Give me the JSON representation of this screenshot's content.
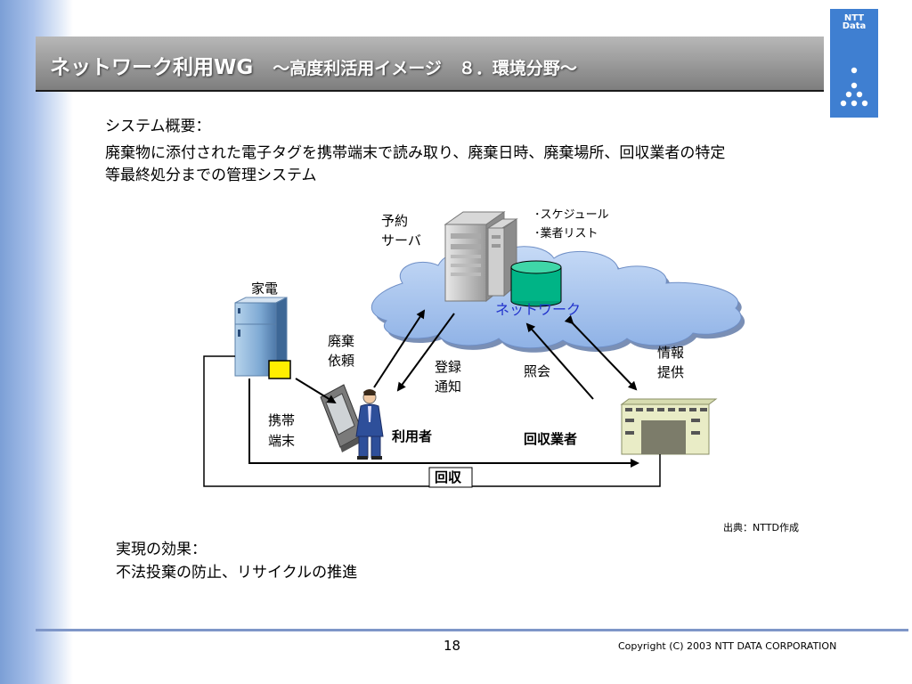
{
  "header": {
    "title": "ネットワーク利用WG",
    "subtitle": "～高度利活用イメージ　８．環境分野～"
  },
  "logo": {
    "line1": "NTT",
    "line2": "Data"
  },
  "overview": {
    "heading": "システム概要：",
    "line1": "廃棄物に添付された電子タグを携帯端末で読み取り、廃棄日時、廃棄場所、回収業者の特定",
    "line2": "等最終処分までの管理システム"
  },
  "diagram": {
    "server_label_1": "予約",
    "server_label_2": "サーバ",
    "db_note_1": "･スケジュール",
    "db_note_2": "･業者リスト",
    "network_label": "ネットワーク",
    "appliance_label": "家電",
    "disposal_request_1": "廃棄",
    "disposal_request_2": "依頼",
    "registration_1": "登録",
    "registration_2": "通知",
    "inquiry": "照会",
    "info_1": "情報",
    "info_2": "提供",
    "handheld_1": "携帯",
    "handheld_2": "端末",
    "user_label": "利用者",
    "collector_label": "回収業者",
    "collection_label": "回収"
  },
  "source": "出典：NTTD作成",
  "effect": {
    "heading": "実現の効果：",
    "line1": "不法投棄の防止、リサイクルの推進"
  },
  "footer": {
    "page_number": "18",
    "copyright": "Copyright (C) 2003 NTT DATA CORPORATION"
  },
  "colors": {
    "accent_blue": "#3f7fd1",
    "cloud_fill": "#a6c3ee",
    "db_green": "#00b486",
    "network_text": "#2233cc",
    "tag_yellow": "#ffee00"
  }
}
